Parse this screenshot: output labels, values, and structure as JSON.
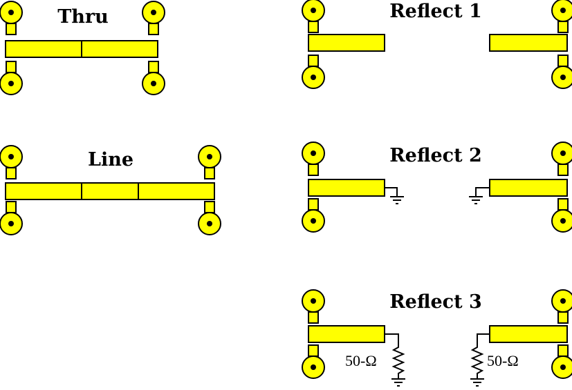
{
  "colors": {
    "conductor": "#ffff00",
    "outline": "#000000",
    "background": "#ffffff"
  },
  "standards": {
    "thru": {
      "title": "Thru"
    },
    "line": {
      "title": "Line"
    },
    "reflect1": {
      "title": "Reflect 1"
    },
    "reflect2": {
      "title": "Reflect 2"
    },
    "reflect3": {
      "title": "Reflect 3"
    }
  },
  "resistor_label": "50-Ω"
}
